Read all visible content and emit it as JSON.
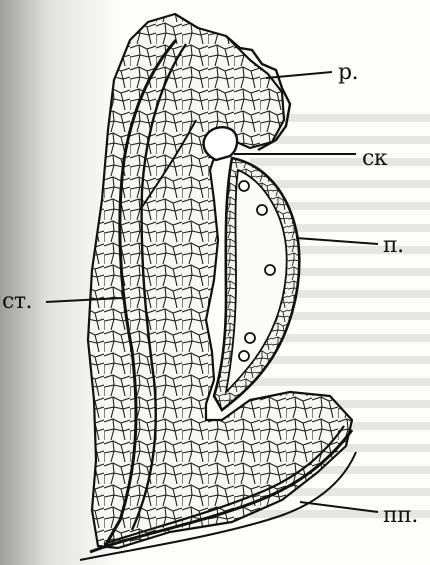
{
  "labels": {
    "r": "р.",
    "sk": "ск",
    "p": "п.",
    "st": "ст.",
    "pp": "пп."
  },
  "colors": {
    "ink": "#111111",
    "paper": "#fdfdfb",
    "cell_fill": "#f7f7f4"
  }
}
